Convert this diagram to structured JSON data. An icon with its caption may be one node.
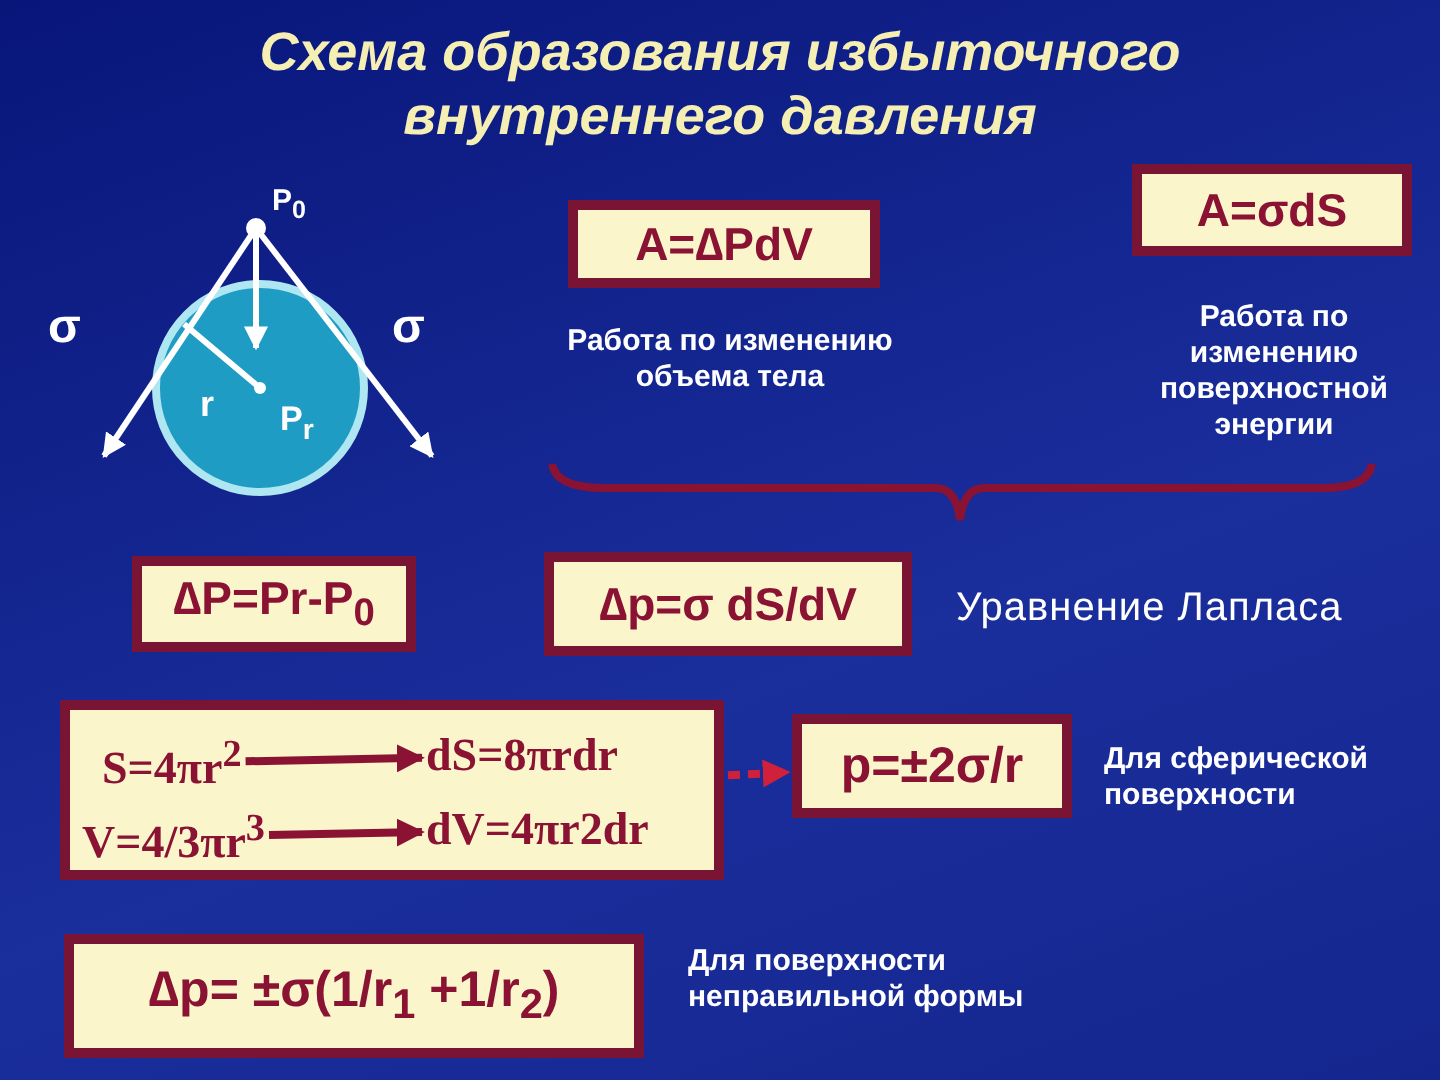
{
  "diagram": {
    "title": "Схема образования избыточного внутреннего давления",
    "nodes": [
      {
        "text": [
          "A=∆PdV"
        ],
        "beside": [
          "Работа по изменению объема тела"
        ]
      },
      {
        "text": [
          "A=σdS"
        ],
        "beside": [
          "Работа по изменению поверхностной энергии"
        ]
      },
      {
        "text": [
          "∆P=Pr-P$_{0}$"
        ]
      },
      {
        "text": [
          "∆p=σ dS/dV"
        ],
        "beside": [
          "Уравнение Лапласа"
        ]
      },
      {
        "text": [],
        "shape": "box"
      },
      {
        "text": [
          "S=4πr$^{2}$"
        ],
        "in": 4
      },
      {
        "text": [
          "dS=8πrdr"
        ],
        "in": 4
      },
      {
        "text": [
          "V=4/3πr$^{3}$"
        ],
        "in": 4
      },
      {
        "text": [
          "dV=4πr2dr"
        ],
        "in": 4
      },
      {
        "text": [
          "p=±2σ/r"
        ],
        "beside": [
          "Для сферической поверхности"
        ]
      },
      {
        "text": [
          "∆p= ±σ(1/r$_{1}$ +1/r$_{2}$)"
        ],
        "beside": [
          "Для поверхности неправильной формы"
        ]
      }
    ],
    "edges": [
      {
        "from": 5,
        "to": 6,
        "arrow": "to"
      },
      {
        "from": 7,
        "to": 8,
        "arrow": "to"
      },
      {
        "from": 4,
        "to": 9,
        "arrow": "to",
        "style": "dashed",
        "color": "#d0203c"
      }
    ],
    "labels": [
      "P$_{0}$",
      "σ",
      "σ",
      "r",
      "P$_{r}$"
    ]
  }
}
